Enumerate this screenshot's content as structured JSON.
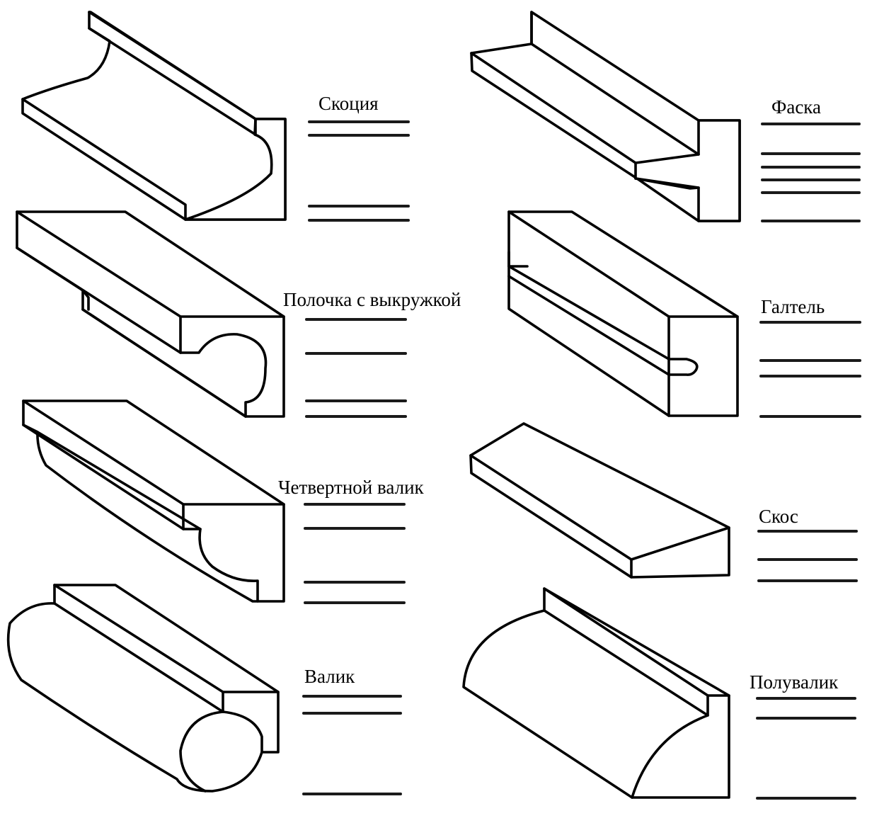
{
  "profiles": [
    {
      "id": "skotsiya",
      "label": "Скоция"
    },
    {
      "id": "faska",
      "label": "Фаска"
    },
    {
      "id": "polochka",
      "label": "Полочка с выкружкой"
    },
    {
      "id": "galtel",
      "label": "Галтель"
    },
    {
      "id": "chetvertnoy",
      "label": "Четвертной валик"
    },
    {
      "id": "skos",
      "label": "Скос"
    },
    {
      "id": "valik",
      "label": "Валик"
    },
    {
      "id": "poluvalik",
      "label": "Полувалик"
    }
  ],
  "line_color": "#000000",
  "paper_color": "#ffffff"
}
